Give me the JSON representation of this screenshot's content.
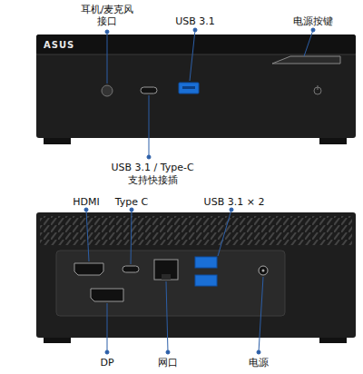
{
  "diagram": {
    "labels": [
      "耳机/麦克风接口",
      "USB 3.1",
      "电源按键",
      "USB 3.1 / Type-C",
      "支持快接插",
      "ASUS",
      "HDMI",
      "Type C",
      "USB 3.1 × 2",
      "DP",
      "网口",
      "电源"
    ]
  }
}
